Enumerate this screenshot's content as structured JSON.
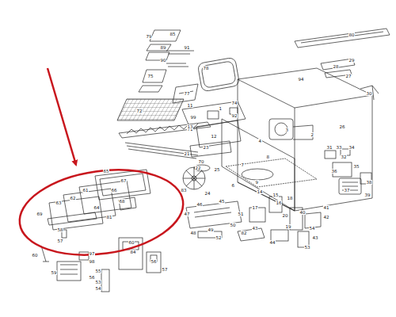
{
  "diagram": {
    "labels": [
      "79",
      "85",
      "89",
      "91",
      "90",
      "75",
      "78",
      "77",
      "72",
      "71",
      "70",
      "80",
      "29",
      "28",
      "27",
      "30",
      "94",
      "11",
      "74",
      "1",
      "92",
      "99",
      "13",
      "12",
      "23",
      "21",
      "22",
      "25",
      "4",
      "3",
      "2",
      "26",
      "31",
      "33",
      "34",
      "32",
      "35",
      "36",
      "38",
      "37",
      "39",
      "83",
      "24",
      "7",
      "8",
      "6",
      "9",
      "14",
      "15",
      "16",
      "18",
      "17",
      "46",
      "45",
      "47",
      "51",
      "20",
      "40",
      "41",
      "42",
      "19",
      "48",
      "49",
      "50",
      "52",
      "82",
      "43",
      "44",
      "54",
      "43",
      "53",
      "65",
      "67",
      "61",
      "66",
      "62",
      "63",
      "68",
      "64",
      "81",
      "69",
      "58",
      "57",
      "60",
      "59",
      "97",
      "98",
      "55",
      "56",
      "53",
      "54",
      "60",
      "84",
      "56",
      "57"
    ]
  }
}
